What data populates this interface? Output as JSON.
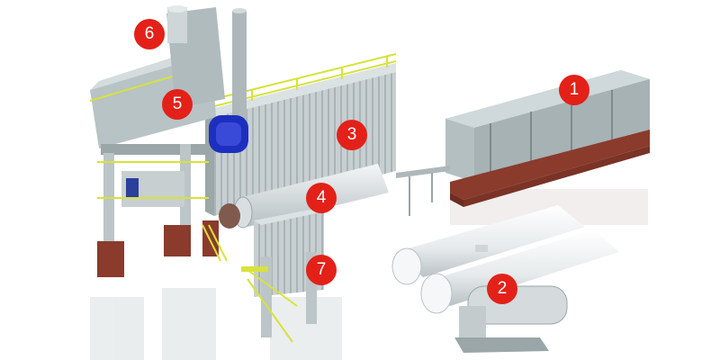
{
  "colors": {
    "marker": "#e32119",
    "steel": "#c9d3d4",
    "steel_dark": "#8fa0a2",
    "railing": "#d8e23a",
    "base": "#8a3b2c",
    "blue_fan": "#1d2fbf",
    "tank": "#e9ecee"
  },
  "markers": [
    {
      "id": "m1",
      "label": "1"
    },
    {
      "id": "m2",
      "label": "2"
    },
    {
      "id": "m3",
      "label": "3"
    },
    {
      "id": "m4",
      "label": "4"
    },
    {
      "id": "m5",
      "label": "5"
    },
    {
      "id": "m6",
      "label": "6"
    },
    {
      "id": "m7",
      "label": "7"
    }
  ]
}
